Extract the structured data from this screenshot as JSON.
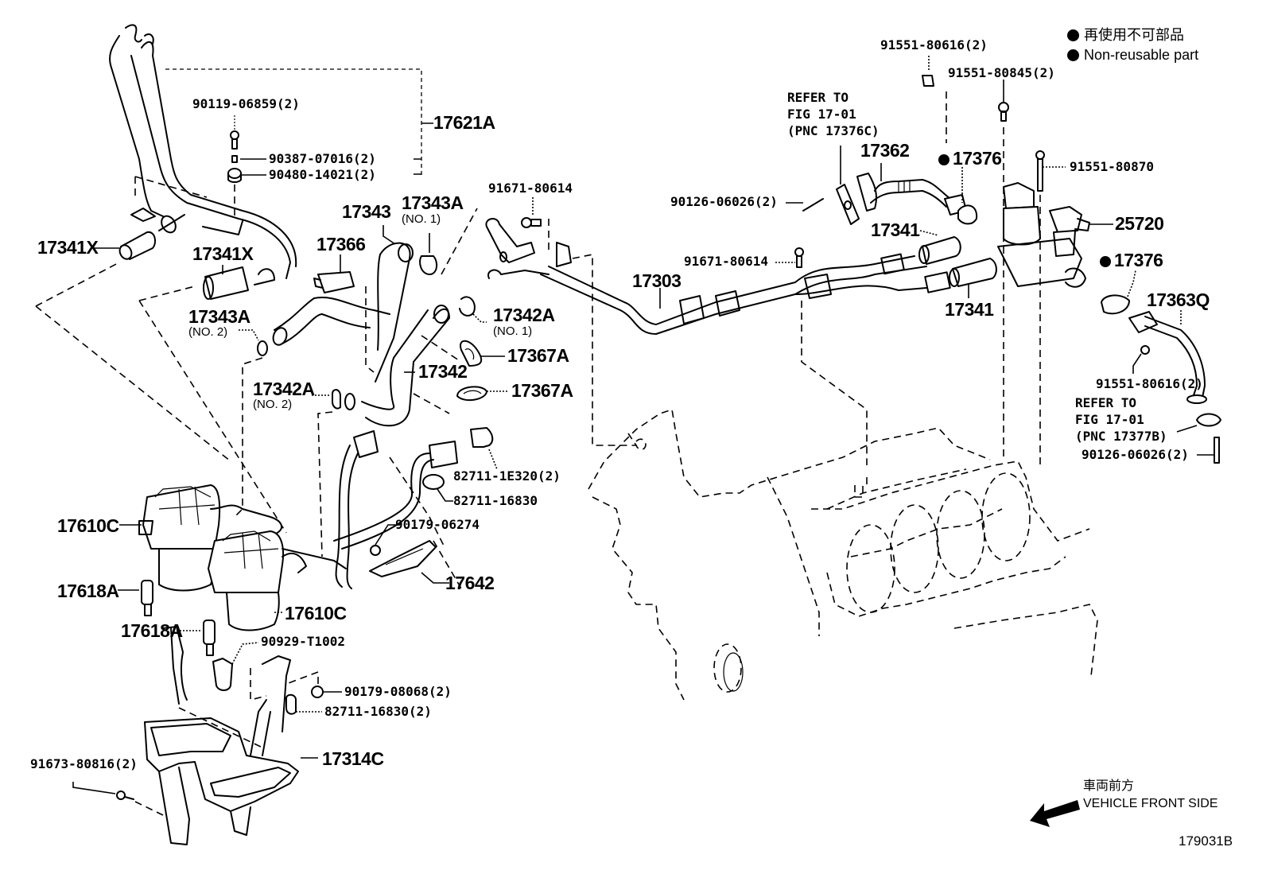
{
  "legend": {
    "marker_icon": "filled-circle-icon",
    "items": [
      "再使用不可部品",
      "Non-reusable part"
    ]
  },
  "direction": {
    "label_jp": "車両前方",
    "label_en": "VEHICLE FRONT SIDE",
    "arrow_icon": "arrow-left-down-icon"
  },
  "figure_id": "179031B",
  "parts": {
    "p17621A": "17621A",
    "p90119": "90119-06859(2)",
    "p90387": "90387-07016(2)",
    "p90480": "90480-14021(2)",
    "p17341X_a": "17341X",
    "p17341X_b": "17341X",
    "p17343": "17343",
    "p17343A_1": "17343A",
    "p17343A_1_sub": "(NO. 1)",
    "p17366": "17366",
    "p17343A_2": "17343A",
    "p17343A_2_sub": "(NO. 2)",
    "p91671_a": "91671-80614",
    "p17342A_1": "17342A",
    "p17342A_1_sub": "(NO. 1)",
    "p17367A_a": "17367A",
    "p17367A_b": "17367A",
    "p17342": "17342",
    "p17342A_2": "17342A",
    "p17342A_2_sub": "(NO. 2)",
    "p82711_1E320": "82711-1E320(2)",
    "p82711_16830": "82711-16830",
    "p90179_06274": "90179-06274",
    "p17642": "17642",
    "p17610C_a": "17610C",
    "p17610C_b": "17610C",
    "p17618A_a": "17618A",
    "p17618A_b": "17618A",
    "p90929": "90929-T1002",
    "p90179_08068": "90179-08068(2)",
    "p82711_16830_2": "82711-16830(2)",
    "p17314C": "17314C",
    "p91673": "91673-80816(2)",
    "p17303": "17303",
    "p91671_b": "91671-80614",
    "p90126_a": "90126-06026(2)",
    "refer_a": "REFER TO\nFIG 17-01\n(PNC 17376C)",
    "p17362": "17362",
    "p91551_80616_a": "91551-80616(2)",
    "p91551_80845": "91551-80845(2)",
    "p17376_a": "17376",
    "p91551_80870": "91551-80870",
    "p25720": "25720",
    "p17341_a": "17341",
    "p17341_b": "17341",
    "p17376_b": "17376",
    "p17363Q": "17363Q",
    "p91551_80616_b": "91551-80616(2)",
    "refer_b": "REFER TO\nFIG 17-01\n(PNC 17377B)",
    "p90126_b": "90126-06026(2)"
  }
}
